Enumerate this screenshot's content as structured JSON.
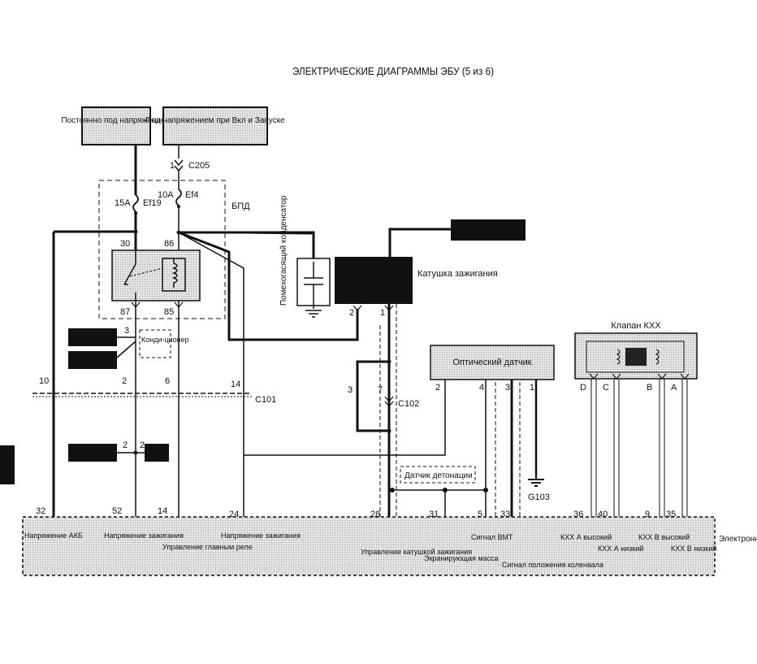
{
  "title": "ЭЛЕКТРИЧЕСКИЕ ДИАГРАММЫ ЭБУ (5 из 6)",
  "sources": {
    "battery": "Постоянно под напряжением",
    "ignition": "Под напряжением при Вкл и Запуске"
  },
  "connectors": {
    "c205": "C205",
    "c205_pin": "1",
    "c101": "C101",
    "c102": "C102"
  },
  "fuses": {
    "ef19": {
      "name": "Ef19",
      "rating": "15A"
    },
    "ef4": {
      "name": "Ef4",
      "rating": "10A"
    }
  },
  "box_label": "БПД",
  "relay_pins": {
    "p30": "30",
    "p86": "86",
    "p87": "87",
    "p85": "85"
  },
  "capacitor_label": "Помехогасящий конденсатор",
  "coil_label": "Катушка зажигания",
  "coil_pins": {
    "left": "2",
    "right": "1"
  },
  "aircon_label": "Конди-ционер",
  "aircon_pin": "3",
  "wire_pins": {
    "c101_left": "10",
    "c101_a": "2",
    "c101_b": "6",
    "c101_c": "14",
    "c102_left": "3",
    "c102_right": "7",
    "heater_a": "2",
    "heater_b": "2"
  },
  "optical_sensor": {
    "label": "Оптический датчик",
    "pins": [
      "2",
      "4",
      "3",
      "1"
    ]
  },
  "knock_sensor": "Датчик детонации",
  "ground": "G103",
  "idle_valve": {
    "label": "Клапан КХХ",
    "pins": [
      "D",
      "C",
      "B",
      "A"
    ]
  },
  "ecu": {
    "label": "Электронный блок управления (ЭБУ)",
    "pins": [
      {
        "num": "32",
        "label": "Напряжение АКБ"
      },
      {
        "num": "52",
        "label": "Напряжение зажигания"
      },
      {
        "num": "14",
        "label": "Управление главным реле"
      },
      {
        "num": "24",
        "label": "Напряжение зажигания"
      },
      {
        "num": "28",
        "label": "Управление катушкой зажигания"
      },
      {
        "num": "31",
        "label": "Экранирующая масса"
      },
      {
        "num": "5",
        "label": "Сигнал ВМТ"
      },
      {
        "num": "33",
        "label": "Сигнал положения коленвала"
      },
      {
        "num": "36",
        "label": "КХХ А высокий"
      },
      {
        "num": "40",
        "label": "КХХ А низкий"
      },
      {
        "num": "9",
        "label": "КХХ В высокий"
      },
      {
        "num": "35",
        "label": "КХХ В низкий"
      }
    ]
  }
}
